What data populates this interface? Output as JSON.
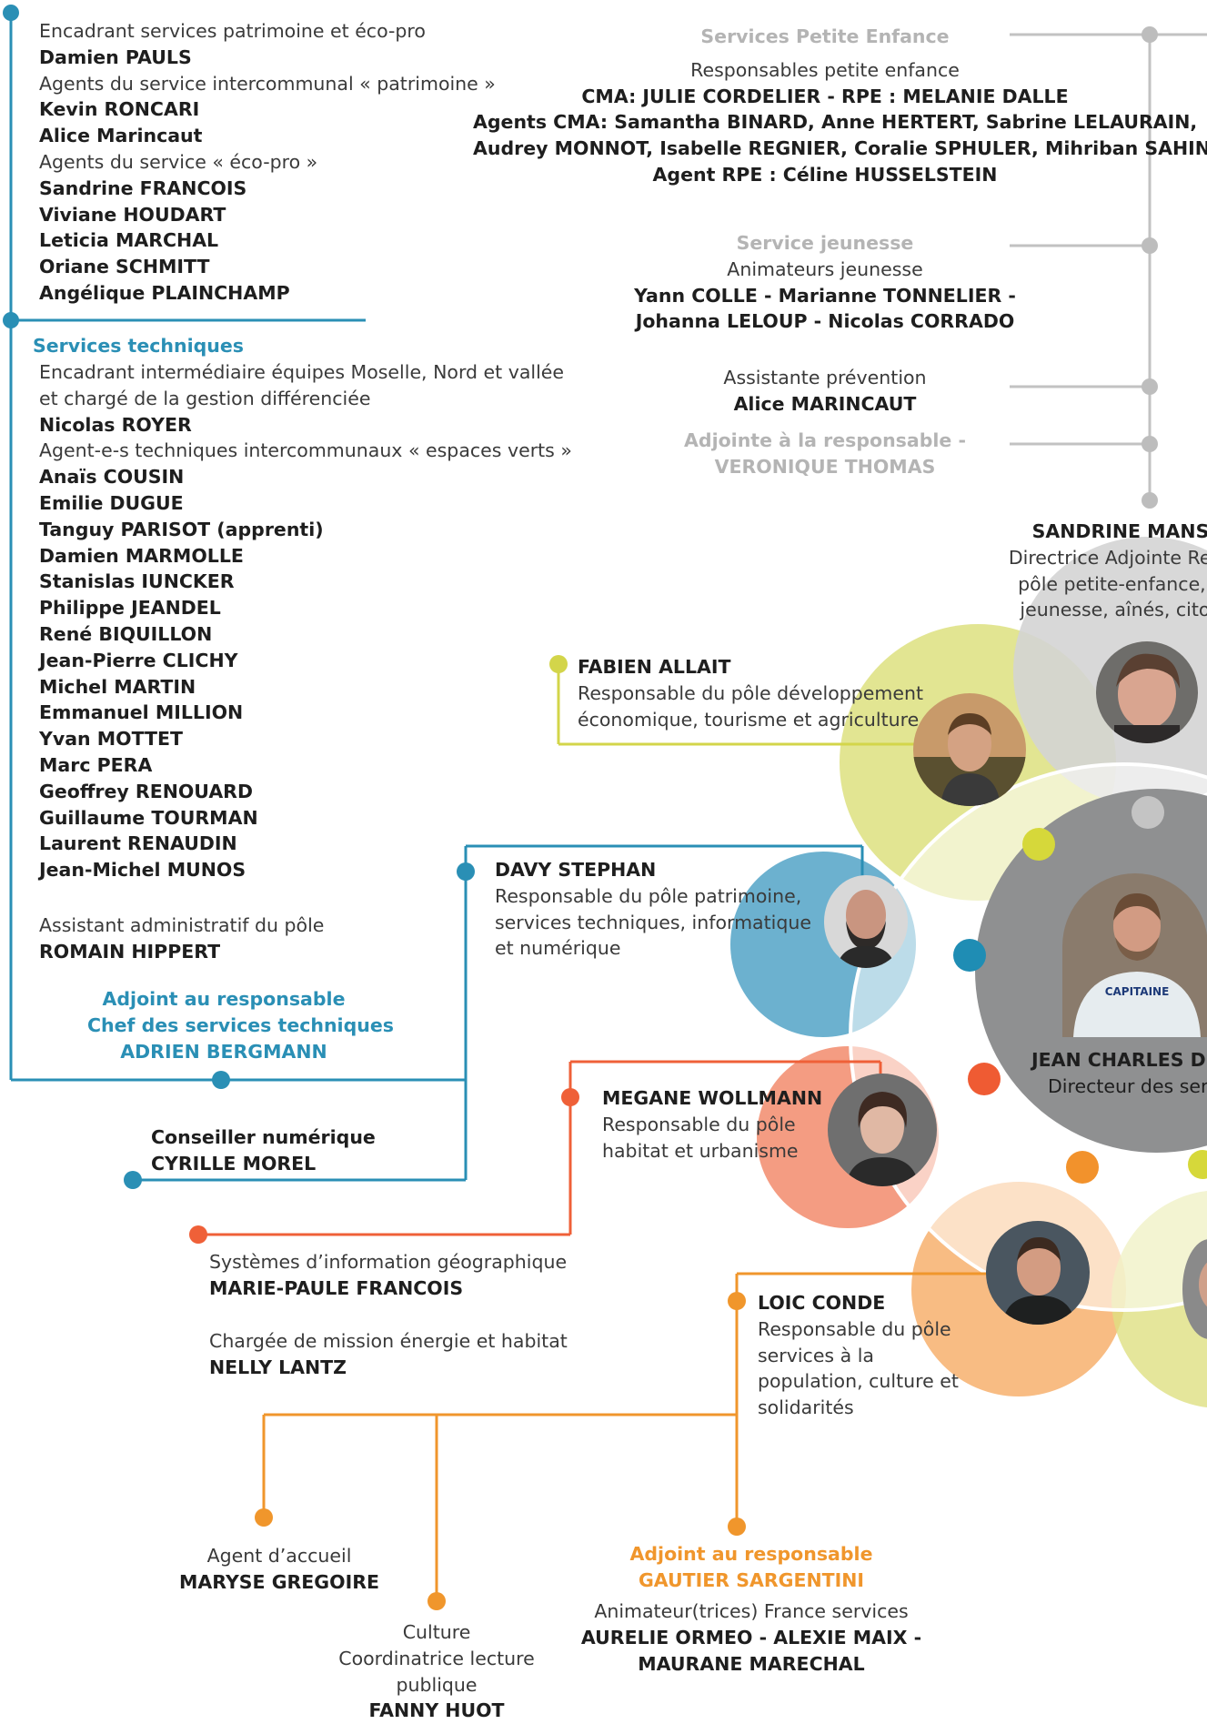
{
  "patrimoine": {
    "lines": [
      {
        "t": "Encadrant services patrimoine et éco-pro",
        "b": false
      },
      {
        "t": "Damien PAULS",
        "b": true
      },
      {
        "t": "Agents du service intercommunal « patrimoine »",
        "b": false
      },
      {
        "t": "Kevin RONCARI",
        "b": true
      },
      {
        "t": "Alice Marincaut",
        "b": true
      },
      {
        "t": "Agents du service « éco-pro »",
        "b": false
      },
      {
        "t": "Sandrine FRANCOIS",
        "b": true
      },
      {
        "t": "Viviane HOUDART",
        "b": true
      },
      {
        "t": "Leticia MARCHAL",
        "b": true
      },
      {
        "t": "Oriane SCHMITT",
        "b": true
      },
      {
        "t": "Angélique PLAINCHAMP",
        "b": true
      }
    ]
  },
  "services_techniques": {
    "title": "Services techniques",
    "lines": [
      {
        "t": "Encadrant intermédiaire équipes Moselle, Nord et vallée",
        "b": false
      },
      {
        "t": "et chargé de la gestion différenciée",
        "b": false
      },
      {
        "t": "Nicolas ROYER",
        "b": true
      },
      {
        "t": "Agent-e-s techniques intercommunaux « espaces verts »",
        "b": false
      },
      {
        "t": "Anaïs COUSIN",
        "b": true
      },
      {
        "t": "Emilie DUGUE",
        "b": true
      },
      {
        "t": "Tanguy PARISOT (apprenti)",
        "b": true
      },
      {
        "t": "Damien MARMOLLE",
        "b": true
      },
      {
        "t": "Stanislas IUNCKER",
        "b": true
      },
      {
        "t": "Philippe JEANDEL",
        "b": true
      },
      {
        "t": "René BIQUILLON",
        "b": true
      },
      {
        "t": "Jean-Pierre CLICHY",
        "b": true
      },
      {
        "t": "Michel MARTIN",
        "b": true
      },
      {
        "t": "Emmanuel MILLION",
        "b": true
      },
      {
        "t": "Yvan MOTTET",
        "b": true
      },
      {
        "t": " Marc PERA",
        "b": true
      },
      {
        "t": "Geoffrey RENOUARD",
        "b": true
      },
      {
        "t": "Guillaume TOURMAN",
        "b": true
      },
      {
        "t": "Laurent RENAUDIN",
        "b": true
      },
      {
        "t": "Jean-Michel MUNOS",
        "b": true
      }
    ],
    "assistant_label": "Assistant administratif du pôle",
    "assistant_name": "ROMAIN HIPPERT",
    "adjoint_l1": "Adjoint au responsable",
    "adjoint_l2": "Chef des services techniques",
    "adjoint_l3": "ADRIEN BERGMANN"
  },
  "conseiller": {
    "label": "Conseiller numérique",
    "name": "CYRILLE MOREL"
  },
  "petite_enfance": {
    "title": "Services Petite Enfance",
    "l1": "Responsables petite enfance",
    "l2": "CMA: JULIE CORDELIER - RPE : MELANIE DALLE",
    "l3": "Agents CMA: Samantha BINARD, Anne HERTERT, Sabrine LELAURAIN,",
    "l4": "Audrey MONNOT, Isabelle REGNIER, Coralie SPHULER, Mihriban SAHIN",
    "l5": "Agent RPE : Céline HUSSELSTEIN"
  },
  "jeunesse": {
    "title": "Service jeunesse",
    "l1": "Animateurs jeunesse",
    "l2": "Yann COLLE - Marianne TONNELIER -",
    "l3": "Johanna LELOUP - Nicolas CORRADO"
  },
  "prevention": {
    "label": "Assistante prévention",
    "name": "Alice MARINCAUT"
  },
  "adjointe": {
    "l1": "Adjointe à la responsable -",
    "l2": "VERONIQUE THOMAS"
  },
  "sandrine": {
    "name": "SANDRINE MANS",
    "l1": "Directrice Adjointe Resp",
    "l2": "pôle petite-enfance, e",
    "l3": "jeunesse, aînés, citoy"
  },
  "fabien": {
    "name": "FABIEN ALLAIT",
    "l1": "Responsable du pôle développement",
    "l2": "économique, tourisme et agriculture"
  },
  "davy": {
    "name": "DAVY STEPHAN",
    "l1": "Responsable du pôle patrimoine,",
    "l2": "services techniques, informatique",
    "l3": "et numérique"
  },
  "jean": {
    "name": "JEAN CHARLES DE",
    "title": "Directeur des serv",
    "shirt": "CAPITAINE"
  },
  "megane": {
    "name": "MEGANE WOLLMANN",
    "l1": "Responsable du pôle",
    "l2": "habitat et urbanisme"
  },
  "sig": {
    "label": "Systèmes d’information géographique",
    "name": "MARIE-PAULE FRANCOIS"
  },
  "energie": {
    "label": "Chargée de mission énergie et habitat",
    "name": "NELLY LANTZ"
  },
  "loic": {
    "name": "LOIC CONDE",
    "l1": "Responsable du pôle",
    "l2": "services à la",
    "l3": "population, culture et",
    "l4": "solidarités"
  },
  "accueil": {
    "label": "Agent d’accueil",
    "name": "MARYSE GREGOIRE"
  },
  "culture": {
    "l1": "Culture",
    "l2": "Coordinatrice lecture",
    "l3": "publique",
    "name": "FANNY HUOT"
  },
  "gautier": {
    "l1": "Adjoint au responsable",
    "l2": "GAUTIER SARGENTINI"
  },
  "france": {
    "l1": "Animateur(trices) France services",
    "l2": "AURELIE ORMEO - ALEXIE MAIX -",
    "l3": "MAURANE MARECHAL"
  },
  "colors": {
    "blue": "#2a8fb5",
    "orange": "#f0962c",
    "red": "#ef6038",
    "lime": "#d3d54a",
    "grey": "#b5b5b5",
    "darkgrey": "#8c8d8e"
  }
}
